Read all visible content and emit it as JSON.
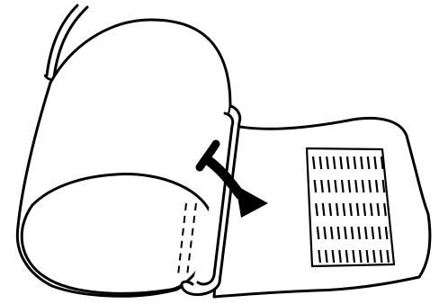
{
  "diagram": {
    "subject": "blood-pressure-cuff-wrapping-illustration",
    "colors": {
      "stroke": "#000000",
      "fill": "#ffffff",
      "background": "#ffffff"
    },
    "fastener": {
      "rows": 5,
      "hooks_per_row": 11
    },
    "icons": [
      "cuff-tube",
      "cuff-roll",
      "d-ring-bar",
      "wrap-direction-arrow",
      "hook-loop-fastener"
    ]
  }
}
